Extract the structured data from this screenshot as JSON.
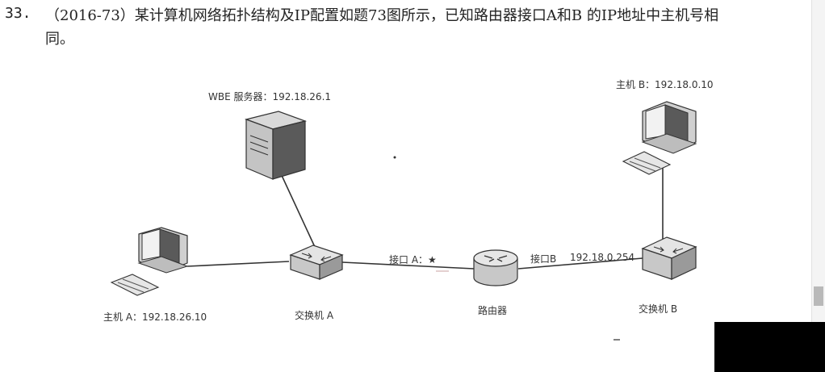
{
  "question": {
    "number": "33.",
    "text_line1": "（2016-73）某计算机网络拓扑结构及IP配置如题73图所示，已知路由器接口A和B 的IP地址中主机号相",
    "text_line2": "同。"
  },
  "diagram": {
    "server_label": "WBE 服务器：192.18.26.1",
    "host_b_label": "主机 B：192.18.0.10",
    "host_a_label": "主机 A：192.18.26.10",
    "switch_a_label": "交换机 A",
    "router_label": "路由器",
    "switch_b_label": "交换机 B",
    "interface_a_label": "接口 A：★",
    "interface_b_label": "接口B",
    "interface_b_ip": "192.18.0.254"
  }
}
